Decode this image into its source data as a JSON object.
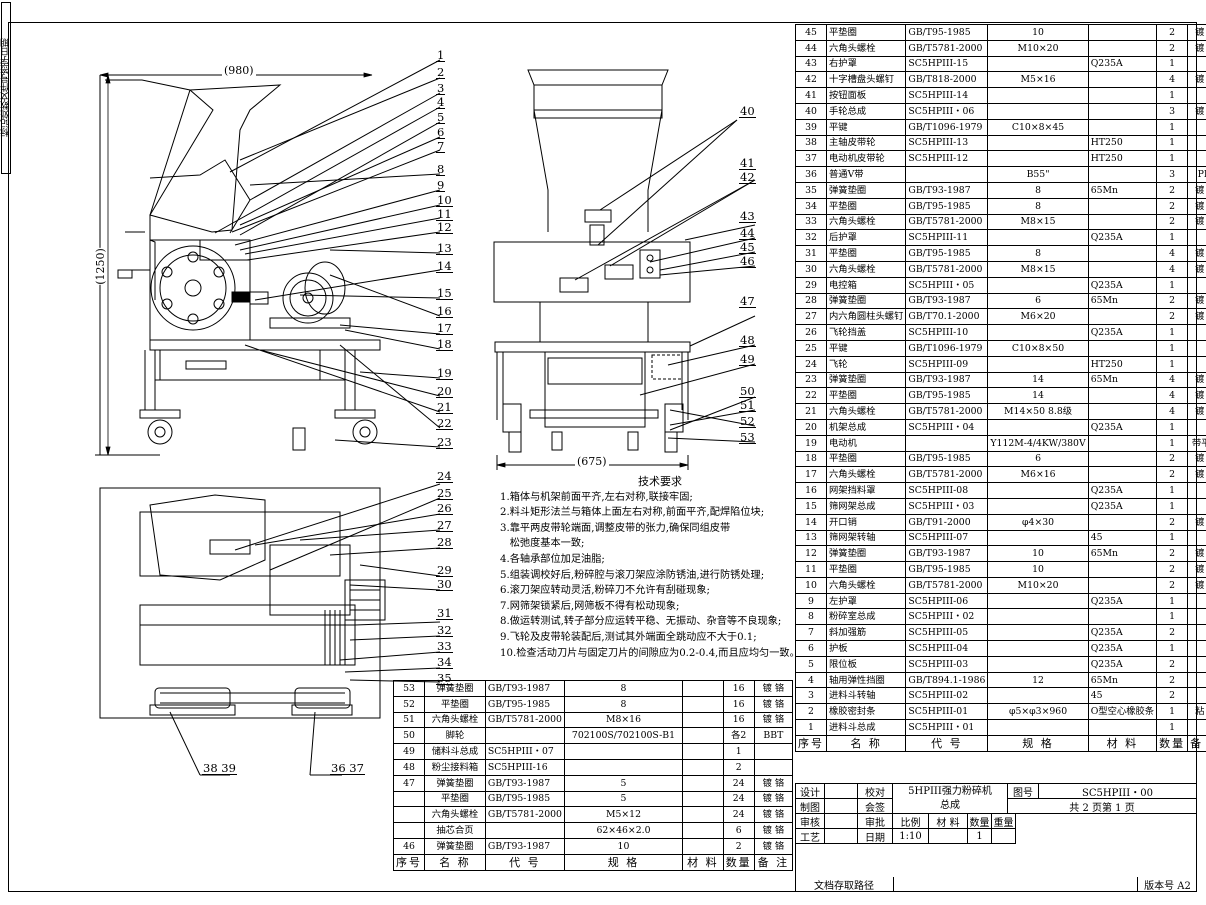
{
  "sidestrip": "标记处数文件号签字日期",
  "dims": {
    "width980": "(980)",
    "height1250": "(1250)",
    "width675": "(675)"
  },
  "balloons_front": [
    "1",
    "2",
    "3",
    "4",
    "5",
    "6",
    "7",
    "8",
    "9",
    "10",
    "11",
    "12",
    "13",
    "14",
    "15",
    "16",
    "17",
    "18",
    "19",
    "20",
    "21",
    "22",
    "23"
  ],
  "balloons_side": [
    "40",
    "41",
    "42",
    "43",
    "44",
    "45",
    "46",
    "47",
    "48",
    "49",
    "50",
    "51",
    "52",
    "53"
  ],
  "balloons_top": [
    "24",
    "25",
    "26",
    "27",
    "28",
    "29",
    "30",
    "31",
    "32",
    "33",
    "34",
    "35"
  ],
  "balloons_bottom": [
    "38 39",
    "36 37"
  ],
  "tech": {
    "title": "技术要求",
    "items": [
      "1.箱体与机架前面平齐,左右对称,联接牢固;",
      "2.料斗矩形法兰与箱体上面左右对称,前面平齐,配焊陷位块;",
      "3.靠平两皮带轮端面,调整皮带的张力,确保同组皮带",
      "   松弛度基本一致;",
      "4.各轴承部位加足油脂;",
      "5.组装调校好后,粉碎腔与滚刀架应涂防锈油,进行防锈处理;",
      "6.滚刀架应转动灵活,粉碎刀不允许有刮碰现象;",
      "7.网筛架锁紧后,网筛板不得有松动现象;",
      "8.做运转测试,转子部分应运转平稳、无振动、杂音等不良现象;",
      "9.飞轮及皮带轮装配后,测试其外端面全跳动应不大于0.1;",
      "10.检查活动刀片与固定刀片的间隙应为0.2-0.4,而且应均匀一致。"
    ]
  },
  "bom_right": [
    [
      "45",
      "平垫圈",
      "GB/T95-1985",
      "10",
      "",
      "2",
      "镀 铬"
    ],
    [
      "44",
      "六角头螺栓",
      "GB/T5781-2000",
      "M10×20",
      "",
      "2",
      "镀 铬"
    ],
    [
      "43",
      "右护罩",
      "SC5HPIII-15",
      "",
      "Q235A",
      "1",
      ""
    ],
    [
      "42",
      "十字槽盘头螺钉",
      "GB/T818-2000",
      "M5×16",
      "",
      "4",
      "镀 铬"
    ],
    [
      "41",
      "按钮面板",
      "SC5HPIII-14",
      "",
      "",
      "1",
      ""
    ],
    [
      "40",
      "手轮总成",
      "SC5HPIII・06",
      "",
      "",
      "3",
      "镀 铬"
    ],
    [
      "39",
      "平键",
      "GB/T1096-1979",
      "C10×8×45",
      "",
      "1",
      ""
    ],
    [
      "38",
      "主轴皮带轮",
      "SC5HPIII-13",
      "",
      "HT250",
      "1",
      ""
    ],
    [
      "37",
      "电动机皮带轮",
      "SC5HPIII-12",
      "",
      "HT250",
      "1",
      ""
    ],
    [
      "36",
      "普通V带",
      "",
      "B55\"",
      "",
      "3",
      "PIX"
    ],
    [
      "35",
      "弹簧垫圈",
      "GB/T93-1987",
      "8",
      "65Mn",
      "2",
      "镀 铬"
    ],
    [
      "34",
      "平垫圈",
      "GB/T95-1985",
      "8",
      "",
      "2",
      "镀 铬"
    ],
    [
      "33",
      "六角头螺栓",
      "GB/T5781-2000",
      "M8×15",
      "",
      "2",
      "镀 铬"
    ],
    [
      "32",
      "后护罩",
      "SC5HPIII-11",
      "",
      "Q235A",
      "1",
      ""
    ],
    [
      "31",
      "平垫圈",
      "GB/T95-1985",
      "8",
      "",
      "4",
      "镀 铬"
    ],
    [
      "30",
      "六角头螺栓",
      "GB/T5781-2000",
      "M8×15",
      "",
      "4",
      "镀 铬"
    ],
    [
      "29",
      "电控箱",
      "SC5HPIII・05",
      "",
      "Q235A",
      "1",
      ""
    ],
    [
      "28",
      "弹簧垫圈",
      "GB/T93-1987",
      "6",
      "65Mn",
      "2",
      "镀 铬"
    ],
    [
      "27",
      "内六角圆柱头螺钉",
      "GB/T70.1-2000",
      "M6×20",
      "",
      "2",
      "镀 铬"
    ],
    [
      "26",
      "飞轮挡盖",
      "SC5HPIII-10",
      "",
      "Q235A",
      "1",
      ""
    ],
    [
      "25",
      "平键",
      "GB/T1096-1979",
      "C10×8×50",
      "",
      "1",
      ""
    ],
    [
      "24",
      "飞轮",
      "SC5HPIII-09",
      "",
      "HT250",
      "1",
      ""
    ],
    [
      "23",
      "弹簧垫圈",
      "GB/T93-1987",
      "14",
      "65Mn",
      "4",
      "镀 铬"
    ],
    [
      "22",
      "平垫圈",
      "GB/T95-1985",
      "14",
      "",
      "4",
      "镀 铬"
    ],
    [
      "21",
      "六角头螺栓",
      "GB/T5781-2000",
      "M14×50 8.8级",
      "",
      "4",
      "镀 铬"
    ],
    [
      "20",
      "机架总成",
      "SC5HPIII・04",
      "",
      "Q235A",
      "1",
      ""
    ],
    [
      "19",
      "电动机",
      "",
      "Y112M-4/4KW/380V",
      "",
      "1",
      "带平键"
    ],
    [
      "18",
      "平垫圈",
      "GB/T95-1985",
      "6",
      "",
      "2",
      "镀 铬"
    ],
    [
      "17",
      "六角头螺栓",
      "GB/T5781-2000",
      "M6×16",
      "",
      "2",
      "镀 铬"
    ],
    [
      "16",
      "网架挡料罩",
      "SC5HPIII-08",
      "",
      "Q235A",
      "1",
      ""
    ],
    [
      "15",
      "筛网架总成",
      "SC5HPIII・03",
      "",
      "Q235A",
      "1",
      ""
    ],
    [
      "14",
      "开口销",
      "GB/T91-2000",
      "φ4×30",
      "",
      "2",
      "镀 铬"
    ],
    [
      "13",
      "筛网架转轴",
      "SC5HPIII-07",
      "",
      "45",
      "1",
      ""
    ],
    [
      "12",
      "弹簧垫圈",
      "GB/T93-1987",
      "10",
      "65Mn",
      "2",
      "镀 铬"
    ],
    [
      "11",
      "平垫圈",
      "GB/T95-1985",
      "10",
      "",
      "2",
      "镀 铬"
    ],
    [
      "10",
      "六角头螺栓",
      "GB/T5781-2000",
      "M10×20",
      "",
      "2",
      "镀 铬"
    ],
    [
      "9",
      "左护罩",
      "SC5HPIII-06",
      "",
      "Q235A",
      "1",
      ""
    ],
    [
      "8",
      "粉碎室总成",
      "SC5HPIII・02",
      "",
      "",
      "1",
      ""
    ],
    [
      "7",
      "斜加强筋",
      "SC5HPIII-05",
      "",
      "Q235A",
      "2",
      ""
    ],
    [
      "6",
      "护板",
      "SC5HPIII-04",
      "",
      "Q235A",
      "1",
      ""
    ],
    [
      "5",
      "限位板",
      "SC5HPIII-03",
      "",
      "Q235A",
      "2",
      ""
    ],
    [
      "4",
      "轴用弹性挡圈",
      "GB/T894.1-1986",
      "12",
      "65Mn",
      "2",
      ""
    ],
    [
      "3",
      "进料斗转轴",
      "SC5HPIII-02",
      "",
      "45",
      "2",
      ""
    ],
    [
      "2",
      "橡胶密封条",
      "SC5HPIII-01",
      "φ5×φ3×960",
      "O型空心橡胶条",
      "1",
      "粘 贴"
    ],
    [
      "1",
      "进料斗总成",
      "SC5HPIII・01",
      "",
      "",
      "1",
      ""
    ]
  ],
  "bom_right_header": [
    "序号",
    "名 称",
    "代 号",
    "规 格",
    "材 料",
    "数量",
    "备 注"
  ],
  "bom_left": [
    [
      "53",
      "弹簧垫圈",
      "GB/T93-1987",
      "8",
      "",
      "16",
      "镀 铬"
    ],
    [
      "52",
      "平垫圈",
      "GB/T95-1985",
      "8",
      "",
      "16",
      "镀 铬"
    ],
    [
      "51",
      "六角头螺栓",
      "GB/T5781-2000",
      "M8×16",
      "",
      "16",
      "镀 铬"
    ],
    [
      "50",
      "脚轮",
      "",
      "702100S/702100S-B1",
      "",
      "各2",
      "BBT"
    ],
    [
      "49",
      "储料斗总成",
      "SC5HPIII・07",
      "",
      "",
      "1",
      ""
    ],
    [
      "48",
      "粉尘接料箱",
      "SC5HPIII-16",
      "",
      "",
      "2",
      ""
    ],
    [
      "47",
      "弹簧垫圈",
      "GB/T93-1987",
      "5",
      "",
      "24",
      "镀 铬"
    ],
    [
      "",
      "平垫圈",
      "GB/T95-1985",
      "5",
      "",
      "24",
      "镀 铬"
    ],
    [
      "",
      "六角头螺栓",
      "GB/T5781-2000",
      "M5×12",
      "",
      "24",
      "镀 铬"
    ],
    [
      "",
      "抽芯合页",
      "",
      "62×46×2.0",
      "",
      "6",
      "镀 铬"
    ],
    [
      "46",
      "弹簧垫圈",
      "GB/T93-1987",
      "10",
      "",
      "2",
      "镀 铬"
    ]
  ],
  "bom_left_header": [
    "序号",
    "名 称",
    "代 号",
    "规 格",
    "材 料",
    "数量",
    "备 注"
  ],
  "title_block": {
    "design": "设计",
    "check": "校对",
    "draw": "制图",
    "countersign": "会签",
    "review": "审核",
    "approve": "审批",
    "process": "工艺",
    "date": "日期",
    "product": "5HPIII强力粉碎机",
    "assembly": "总成",
    "drawing_no_label": "图号",
    "drawing_no": "SC5HPIII・00",
    "sheets": "共 2 页第 1 页",
    "scale_label": "比例",
    "material_label": "材 料",
    "qty_label": "数量",
    "weight_label": "重量",
    "scale": "1:10",
    "qty": "1",
    "archive": "文档存取路径",
    "version": "版本号 A2"
  }
}
